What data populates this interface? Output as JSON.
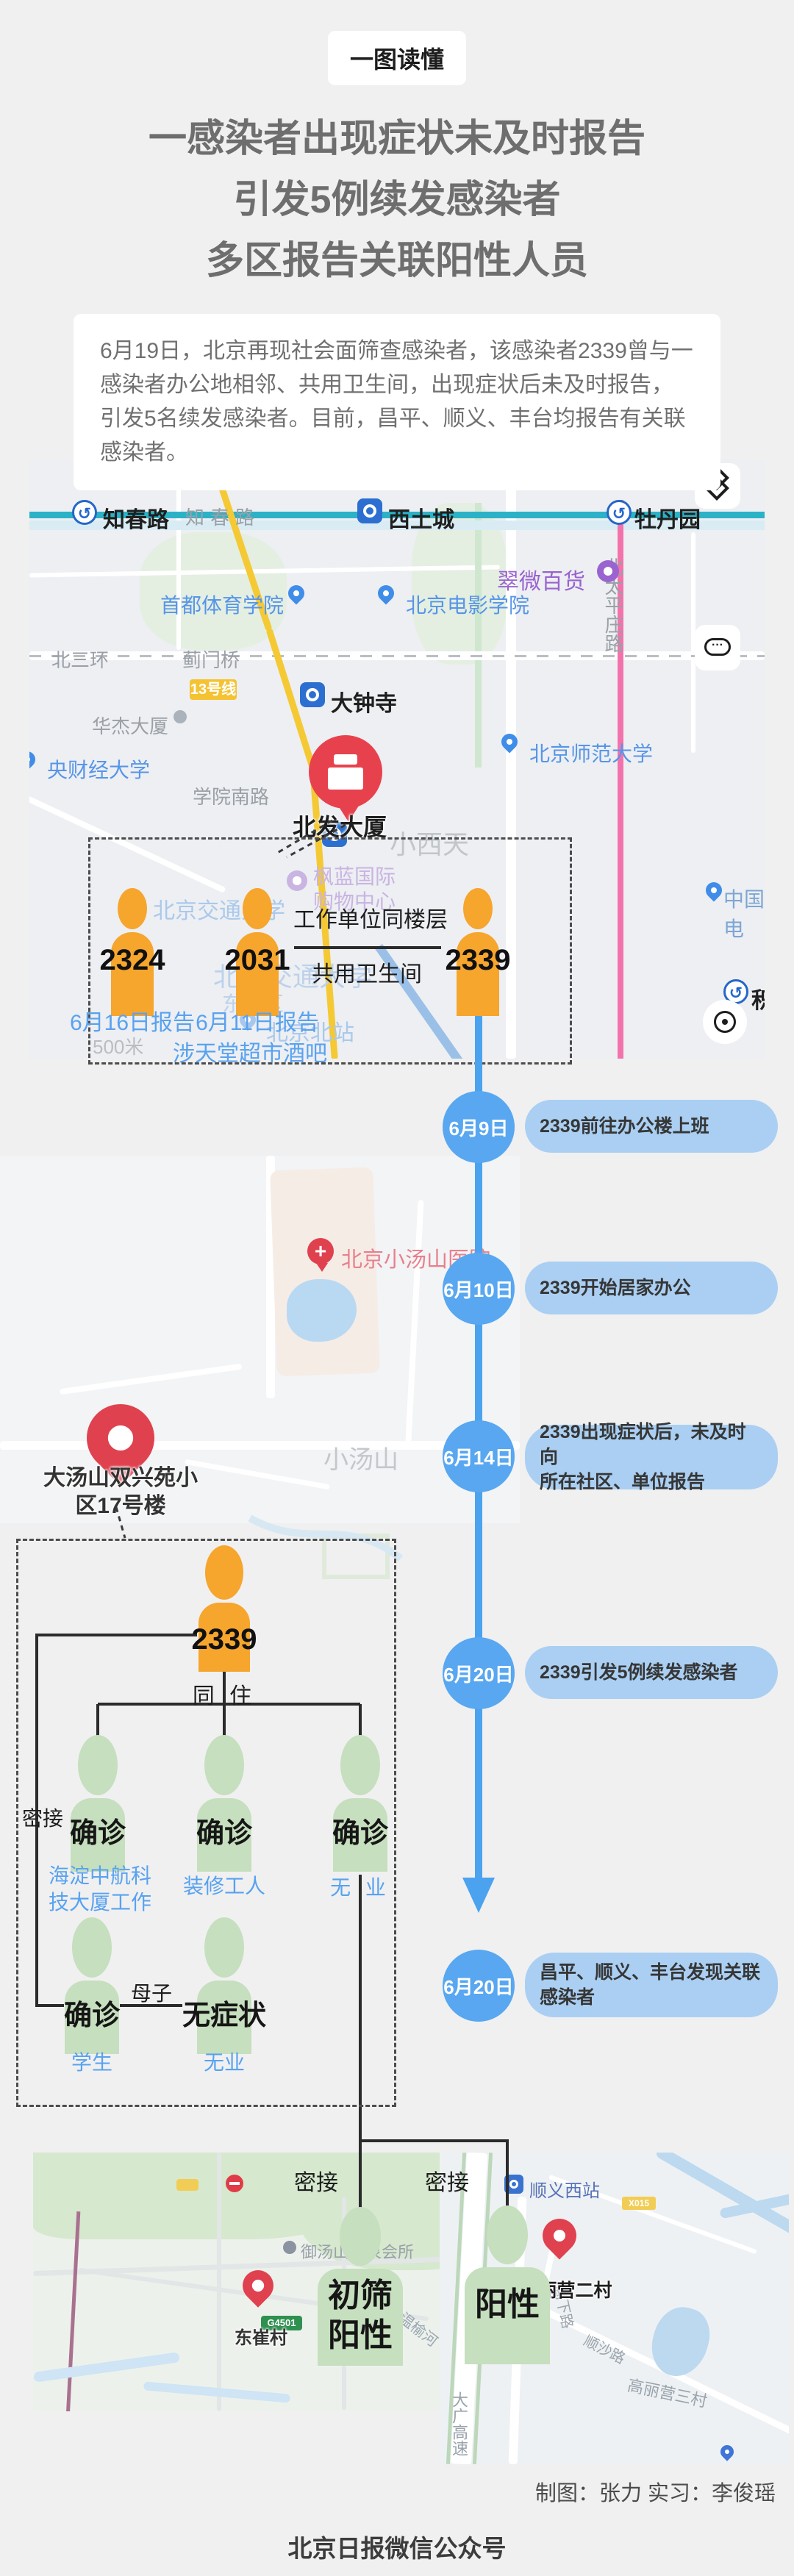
{
  "page": {
    "badge": "一图读懂",
    "title": {
      "line1": "一感染者出现症状未及时报告",
      "line2": "引发5例续发感染者",
      "line3": "多区报告关联阳性人员"
    },
    "intro": "6月19日，北京再现社会面筛查感染者，该感染者2339曾与一感染者办公地相邻、共用卫生间，出现症状后未及时报告，引发5名续发感染者。目前，昌平、顺义、丰台均报告有关联感染者。",
    "credit": "制图：张力 实习：李俊瑶",
    "footer": "北京日报微信公众号"
  },
  "colors": {
    "timeline_blue": "#4ba2ef",
    "pill_blue": "#aacff2",
    "person_orange": "#f6a52d",
    "person_green": "#c6dfbe",
    "pin_red": "#e0414e",
    "link_blue": "#58a2f0",
    "title_gray": "#6e6e6e"
  },
  "map_office": {
    "station_zhichunlu": "知春路",
    "station_zhichunlu_road": "知春路",
    "station_xitucheng": "西土城",
    "station_mudanyuan": "牡丹园",
    "station_dazhongsi": "大钟寺",
    "station_jishuitan": "积",
    "line13_badge": "13号线",
    "road_beisanhuan": "北三环",
    "bridge_jimenqiao": "蓟门桥",
    "road_xueyuannanlu": "学院南路",
    "road_beitaipingzhuang": "北太平庄路",
    "poi_cuiwei": "翠微百货",
    "poi_film_academy": "北京电影学院",
    "poi_sport_univ": "首都体育学院",
    "poi_normal_univ": "北京师范大学",
    "poi_caijing": "央财经大学",
    "poi_huajie": "华杰大厦",
    "poi_jiaotong": "北京交通大学",
    "poi_jiaotong_campus": "东校区",
    "poi_fenglan": "枫蓝国际\n购物中心",
    "poi_beijingbei": "北京北站",
    "area_xiaoxitian": "小西天",
    "poi_zhongguodian": "中国电",
    "scale": "500米",
    "pin_label": "北发大厦"
  },
  "office_cluster": {
    "relation_top": "工作单位同楼层",
    "relation_bottom": "共用卫生间",
    "p1": {
      "id": "2324",
      "note": "6月16日报告"
    },
    "p2": {
      "id": "2031",
      "note": "6月11日报告",
      "note2": "涉天堂超市酒吧"
    },
    "p3": {
      "id": "2339"
    }
  },
  "timeline": {
    "t1": {
      "date": "6月9日",
      "text": "2339前往办公楼上班"
    },
    "t2": {
      "date": "6月10日",
      "text": "2339开始居家办公"
    },
    "t3": {
      "date": "6月14日",
      "text": "2339出现症状后，未及时向\n所在社区、单位报告"
    },
    "t4": {
      "date": "6月20日",
      "text": "2339引发5例续发感染者"
    },
    "t5": {
      "date": "6月20日",
      "text": "昌平、顺义、丰台发现关联\n感染者"
    }
  },
  "map_xiaotangshan": {
    "hospital": "北京小汤山医院",
    "area": "小汤山",
    "pin_label": "大汤山双兴苑小\n区17号楼"
  },
  "family": {
    "index_id": "2339",
    "cohabit": "同 住",
    "close_contact": "密接",
    "row1": {
      "p1": {
        "status": "确诊",
        "job": "海淀中航科\n技大厦工作"
      },
      "p2": {
        "status": "确诊",
        "job": "装修工人"
      },
      "p3": {
        "status": "确诊",
        "job": "无 业"
      }
    },
    "row2": {
      "p1": {
        "status": "确诊",
        "job": "学生"
      },
      "p2": {
        "status": "无症状",
        "job": "无业"
      },
      "relation": "母子"
    }
  },
  "bottom": {
    "contact_left": "密接",
    "contact_right": "密接",
    "left_person_label": "初筛\n阳性",
    "right_person_label": "阳性",
    "map_left": {
      "pin_label": "东崔村",
      "poi_spring": "御汤山温泉会所",
      "river": "温榆河",
      "badge_g": "G4501"
    },
    "map_right": {
      "station": "顺义西站",
      "badge_x": "X015",
      "pin_label": "高丽营二村",
      "road_gaoxia": "高下路",
      "road_shunsha": "顺沙路",
      "village": "高丽营三村",
      "highway": "大广高速"
    }
  }
}
